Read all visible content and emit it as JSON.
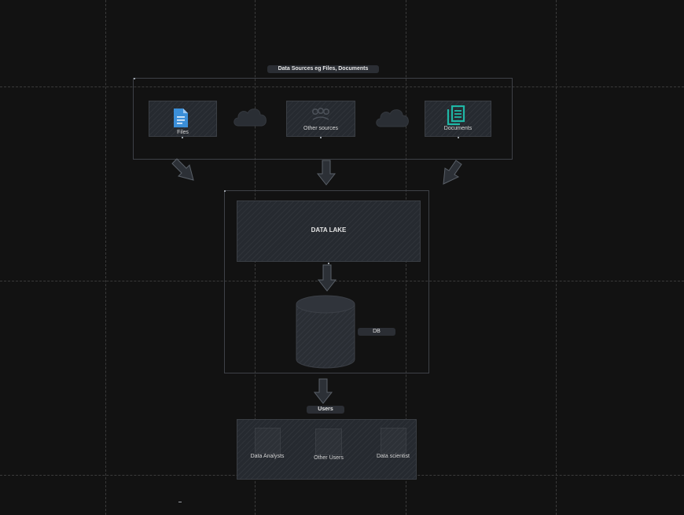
{
  "sources": {
    "title": "Data Sources eg Files, Documents",
    "items": [
      {
        "label": "Files",
        "icon": "file-icon"
      },
      {
        "label": "Other sources",
        "icon": "sources-icon"
      },
      {
        "label": "Documents",
        "icon": "documents-icon"
      }
    ]
  },
  "lake": {
    "title": "DATA LAKE",
    "db_label": "DB"
  },
  "users": {
    "title": "Users",
    "items": [
      {
        "label": "Data Analysts"
      },
      {
        "label": "Other Users"
      },
      {
        "label": "Data scientist"
      }
    ]
  },
  "colors": {
    "background": "#121212",
    "node_fill": "#262a30",
    "file_icon": "#3b8fd9",
    "documents_icon": "#1fb7a6"
  }
}
